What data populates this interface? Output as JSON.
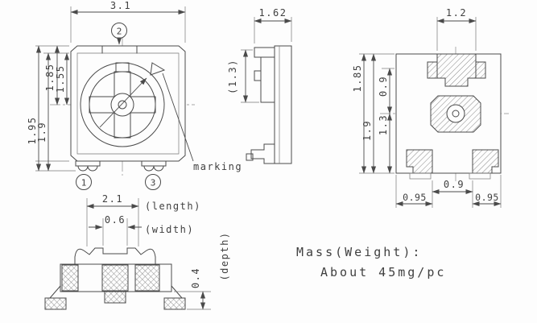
{
  "theme": {
    "ink": "#3f3f3f",
    "line": "#4a4a4a",
    "background": "#fdfdfd",
    "hatch": "#6b6b6b"
  },
  "drawing": {
    "top_view": {
      "dim_width": "3.1",
      "dim_height_outer": "1.95",
      "dim_height_body": "1.9",
      "dim_height_upper": "1.85",
      "dim_height_inner": "1.55",
      "terminal_1": "1",
      "terminal_2": "2",
      "terminal_3": "3",
      "marking_label": "marking"
    },
    "side_view": {
      "dim_width": "1.62",
      "dim_rotor_height": "(1.3)"
    },
    "bottom_view": {
      "dim_tab_width": "1.2",
      "dim_height_a": "1.85",
      "dim_height_b": "1.9",
      "dim_center_upper": "0.9",
      "dim_center_lower": "1.3",
      "dim_terminal_gap": "0.9",
      "dim_foot_left": "0.95",
      "dim_foot_right": "0.95"
    },
    "front_view": {
      "dim_length": "2.1",
      "length_label": "(length)",
      "dim_slot_width": "0.6",
      "width_label": "(width)",
      "dim_standoff": "0.4",
      "depth_label": "(depth)"
    },
    "mass_note": {
      "line1": "Mass(Weight):",
      "line2": "About 45mg/pc"
    }
  }
}
